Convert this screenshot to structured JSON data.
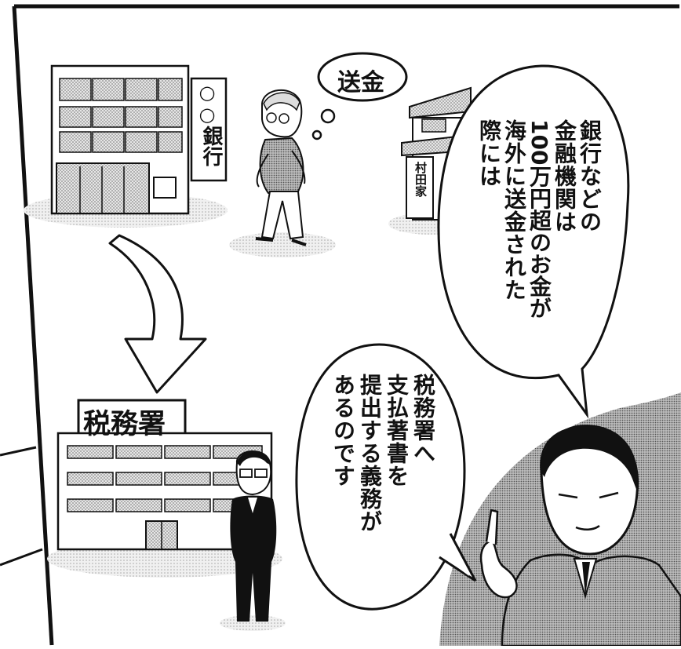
{
  "colors": {
    "ink": "#111111",
    "paper": "#ffffff",
    "screentone": "#c9c9c9",
    "floor_tone": "#dcdcdc"
  },
  "bank_sign": {
    "circles": "○○",
    "text": "銀行"
  },
  "house_sign": "村田家",
  "thought_bubble": "送金",
  "tax_office_sign": "税務署",
  "speech_bubble_1": {
    "lines": [
      "銀行などの",
      "金融機関は",
      "100万円超のお金が",
      "海外に送金された",
      "際には"
    ]
  },
  "speech_bubble_2": {
    "lines": [
      "税務署へ",
      "支払著書を",
      "提出する義務が",
      "あるのです"
    ]
  }
}
